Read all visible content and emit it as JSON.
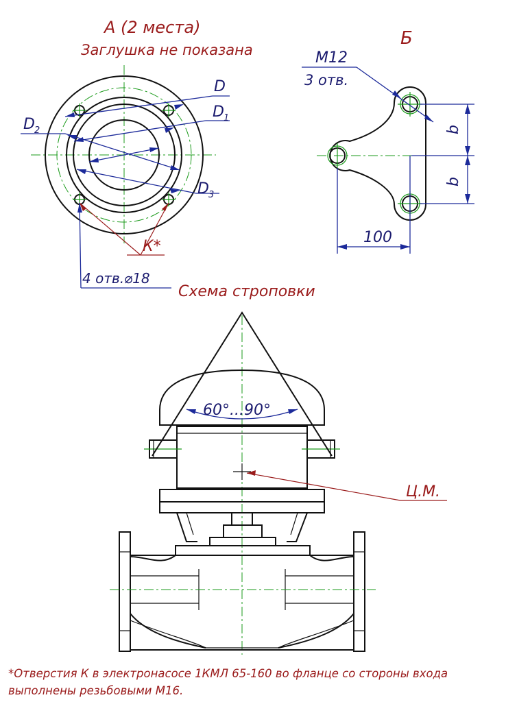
{
  "view_a": {
    "title": "А (2 места)",
    "subtitle": "Заглушка не показана",
    "labels": {
      "d": "D",
      "d1": "D",
      "d1_sub": "1",
      "d2": "D",
      "d2_sub": "2",
      "d3": "D",
      "d3_sub": "3",
      "k": "К*",
      "holes": "4 отв.⌀18"
    }
  },
  "view_b": {
    "title": "Б",
    "thread": "М12",
    "thread_count": "3 отв.",
    "dim_b1": "b",
    "dim_b2": "b",
    "dim_100": "100"
  },
  "sling": {
    "title": "Схема строповки",
    "angle": "60°...90°",
    "cg": "Ц.М."
  },
  "footnote": {
    "line1": "*Отверстия К в электронасосе 1КМЛ 65-160 во фланце со стороны входа",
    "line2": "выполнены резьбовыми М16."
  },
  "colors": {
    "title_red": "#9a1b1b",
    "dim_blue": "#1c2a9a",
    "axis_green": "#1a9a1a",
    "outline": "#111111"
  }
}
